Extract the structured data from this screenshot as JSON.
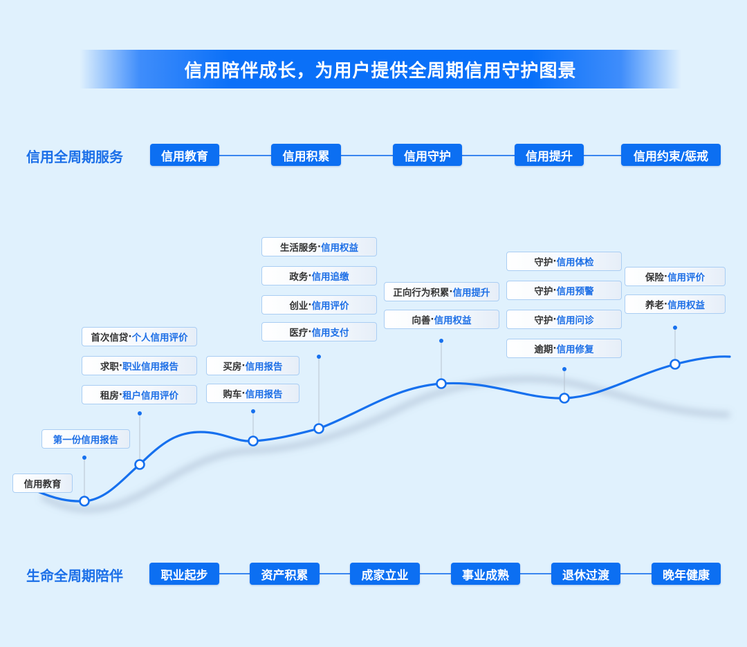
{
  "banner": {
    "title": "信用陪伴成长，为用户提供全周期信用守护图景"
  },
  "credit_row": {
    "label": "信用全周期服务",
    "stages": [
      "信用教育",
      "信用积累",
      "信用守护",
      "信用提升",
      "信用约束/惩戒"
    ]
  },
  "life_row": {
    "label": "生命全周期陪伴",
    "stages": [
      "职业起步",
      "资产积累",
      "成家立业",
      "事业成熟",
      "退休过渡",
      "晚年健康"
    ]
  },
  "milestones": [
    {
      "tags": [
        {
          "pre": "信用教育",
          "hl": ""
        }
      ]
    },
    {
      "tags": [
        {
          "pre": "",
          "hl": "第一份信用报告"
        }
      ]
    },
    {
      "tags": [
        {
          "pre": "首次信贷",
          "hl": "个人信用评价"
        },
        {
          "pre": "求职",
          "hl": "职业信用报告"
        },
        {
          "pre": "租房",
          "hl": "租户信用评价"
        }
      ]
    },
    {
      "tags": [
        {
          "pre": "买房",
          "hl": "信用报告"
        },
        {
          "pre": "购车",
          "hl": "信用报告"
        }
      ]
    },
    {
      "tags": [
        {
          "pre": "生活服务",
          "hl": "信用权益"
        },
        {
          "pre": "政务",
          "hl": "信用追缴"
        },
        {
          "pre": "创业",
          "hl": "信用评价"
        },
        {
          "pre": "医疗",
          "hl": "信用支付"
        }
      ]
    },
    {
      "tags": [
        {
          "pre": "正向行为积累",
          "hl": "信用提升"
        },
        {
          "pre": "向善",
          "hl": "信用权益"
        }
      ]
    },
    {
      "tags": [
        {
          "pre": "守护",
          "hl": "信用体检"
        },
        {
          "pre": "守护",
          "hl": "信用预警"
        },
        {
          "pre": "守护",
          "hl": "信用问诊"
        },
        {
          "pre": "逾期",
          "hl": "信用修复"
        }
      ]
    },
    {
      "tags": [
        {
          "pre": "保险",
          "hl": "信用评价"
        },
        {
          "pre": "养老",
          "hl": "信用权益"
        }
      ]
    }
  ],
  "separator": "·",
  "colors": {
    "accent": "#0c6ff2",
    "background": "#e0f1fd",
    "highlight_text": "#1d6fe6"
  }
}
